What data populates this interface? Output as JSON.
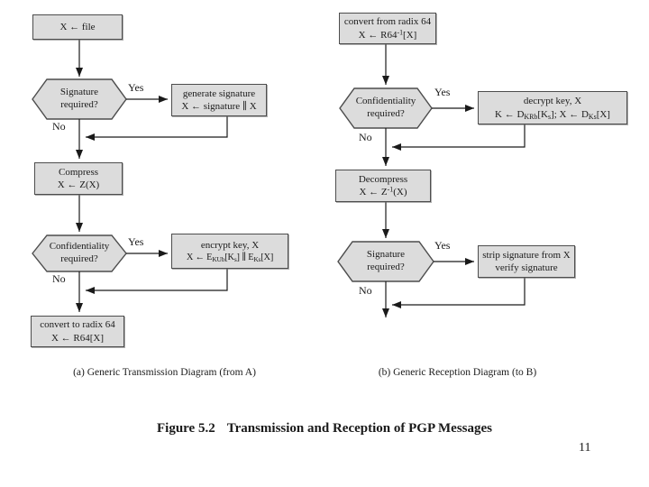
{
  "colors": {
    "background": "#ffffff",
    "shape_fill": "#dcdcdc",
    "shape_border": "#4d4d4d",
    "line": "#1a1a1a"
  },
  "figure": {
    "label": "Figure 5.2",
    "title": "Transmission and Reception of PGP Messages"
  },
  "page_number": "11",
  "transmission": {
    "caption": "(a) Generic Transmission Diagram (from A)",
    "nodes": {
      "file": {
        "line1": "X ← file"
      },
      "signature_decision": {
        "line1": "Signature",
        "line2": "required?"
      },
      "generate_signature": {
        "line1": "generate signature",
        "line2": "X ← signature ∥ X"
      },
      "compress": {
        "line1": "Compress",
        "line2": "X ← Z(X)"
      },
      "confidentiality_decision": {
        "line1": "Confidentiality",
        "line2": "required?"
      },
      "encrypt": {
        "line1": "encrypt key, X",
        "line2": "X ← E_{KUb}[K_{s}] ∥ E_{Ks}[X]"
      },
      "to_radix64": {
        "line1": "convert to radix 64",
        "line2": "X ← R64[X]"
      }
    },
    "labels": {
      "yes_signature": "Yes",
      "no_signature": "No",
      "yes_confidentiality": "Yes",
      "no_confidentiality": "No"
    }
  },
  "reception": {
    "caption": "(b) Generic Reception Diagram (to B)",
    "nodes": {
      "from_radix64": {
        "line1": "convert from radix 64",
        "line2": "X ← R64^{-1}[X]"
      },
      "confidentiality_decision": {
        "line1": "Confidentiality",
        "line2": "required?"
      },
      "decrypt": {
        "line1": "decrypt key, X",
        "line2": "K ← D_{KRb}[K_{s}]; X ← D_{Ks}[X]"
      },
      "decompress": {
        "line1": "Decompress",
        "line2": "X ← Z^{-1}(X)"
      },
      "signature_decision": {
        "line1": "Signature",
        "line2": "required?"
      },
      "strip_signature": {
        "line1": "strip signature from X",
        "line2": "verify signature"
      }
    },
    "labels": {
      "yes_confidentiality": "Yes",
      "no_confidentiality": "No",
      "yes_signature": "Yes",
      "no_signature": "No"
    }
  }
}
